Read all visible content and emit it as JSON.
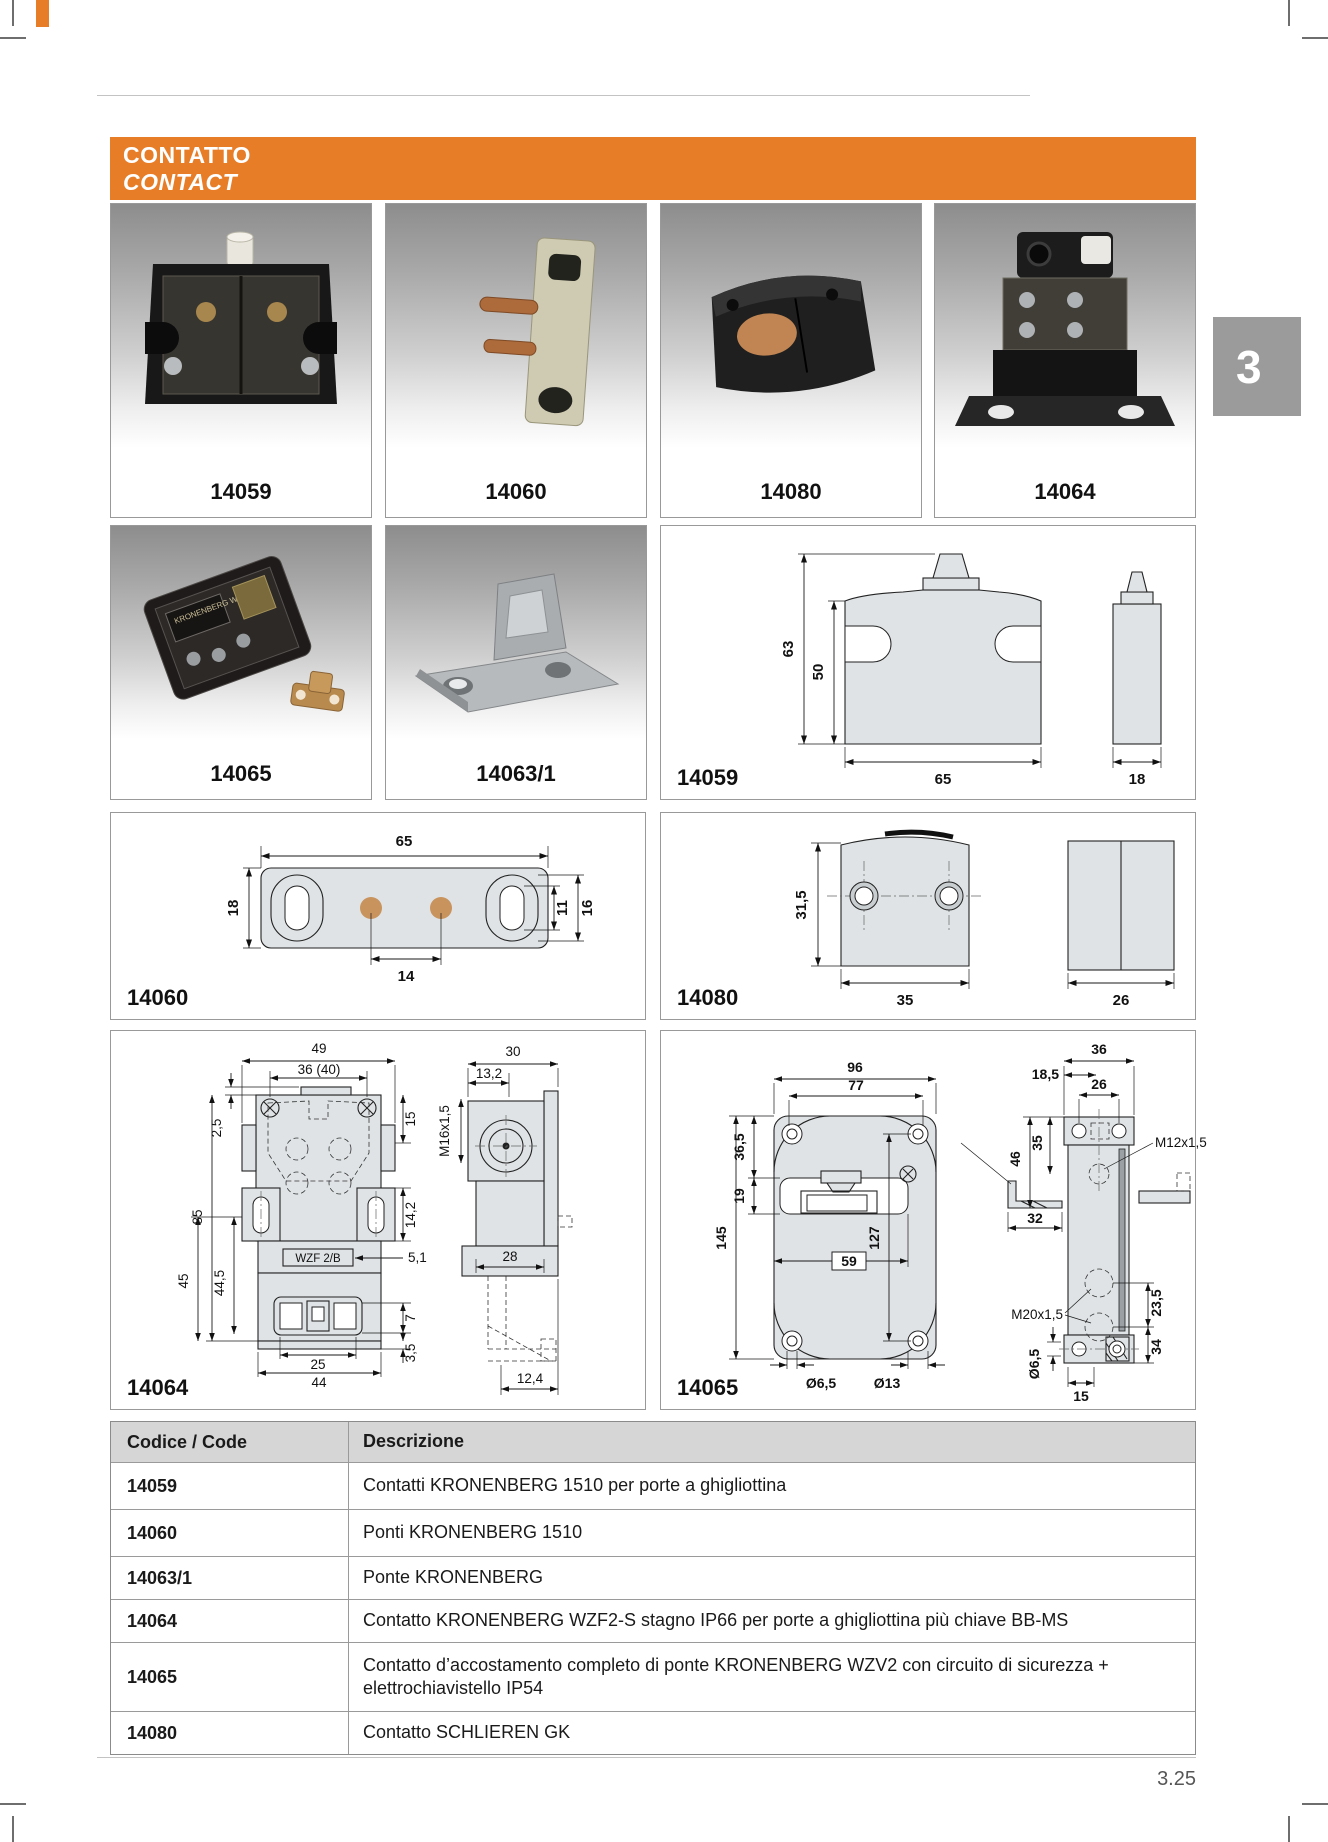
{
  "page": {
    "number": "3.25",
    "tab": "3"
  },
  "header": {
    "title_it": "CONTATTO",
    "title_en": "CONTACT",
    "accent_color": "#e87d28"
  },
  "photos": [
    {
      "code": "14059"
    },
    {
      "code": "14060"
    },
    {
      "code": "14080"
    },
    {
      "code": "14064"
    },
    {
      "code": "14065",
      "label": "KRONENBERG WZV2"
    },
    {
      "code": "14063/1"
    }
  ],
  "drawings": {
    "d14059": {
      "caption": "14059",
      "dims": {
        "total_height": "63",
        "body_height": "50",
        "body_width": "65",
        "side_width": "18"
      }
    },
    "d14060": {
      "caption": "14060",
      "dims": {
        "width": "65",
        "height": "18",
        "pin_spacing": "14",
        "slot_outer": "16",
        "slot_inner": "11"
      }
    },
    "d14080": {
      "caption": "14080",
      "dims": {
        "height": "31,5",
        "width": "35",
        "side_width": "26"
      }
    },
    "d14064": {
      "caption": "14064",
      "part_label": "WZF 2/B",
      "dims": {
        "w49": "49",
        "w3640": "36 (40)",
        "h25": "2,5",
        "h85": "85",
        "h45": "45",
        "h445": "44,5",
        "h15": "15",
        "h142": "14,2",
        "d51": "5,1",
        "h7": "7",
        "h35": "3,5",
        "w25": "25",
        "w44": "44",
        "s30": "30",
        "s132": "13,2",
        "thread": "M16x1,5",
        "s28": "28",
        "s124": "12,4"
      }
    },
    "d14065": {
      "caption": "14065",
      "dims": {
        "w96": "96",
        "w77": "77",
        "h365": "36,5",
        "h19": "19",
        "h145": "145",
        "w59": "59",
        "h127": "127",
        "dia65": "Ø6,5",
        "dia13": "Ø13",
        "s36": "36",
        "s185": "18,5",
        "s26": "26",
        "s46": "46",
        "s35": "35",
        "s32": "32",
        "m12": "M12x1,5",
        "m20": "M20x1,5",
        "s235": "23,5",
        "s34": "34",
        "sdia65": "Ø6,5",
        "s15": "15"
      }
    }
  },
  "table": {
    "headers": [
      "Codice / Code",
      "Descrizione"
    ],
    "rows": [
      {
        "code": "14059",
        "desc": "Contatti KRONENBERG 1510 per porte a ghigliottina"
      },
      {
        "code": "14060",
        "desc": "Ponti KRONENBERG 1510"
      },
      {
        "code": "14063/1",
        "desc": "Ponte KRONENBERG"
      },
      {
        "code": "14064",
        "desc": "Contatto KRONENBERG WZF2-S stagno IP66 per porte a ghigliottina più chiave BB-MS"
      },
      {
        "code": "14065",
        "desc": "Contatto d’accostamento completo di ponte KRONENBERG WZV2 con circuito di sicurezza + elettrochiavistello IP54"
      },
      {
        "code": "14080",
        "desc": "Contatto SCHLIEREN GK"
      }
    ]
  }
}
